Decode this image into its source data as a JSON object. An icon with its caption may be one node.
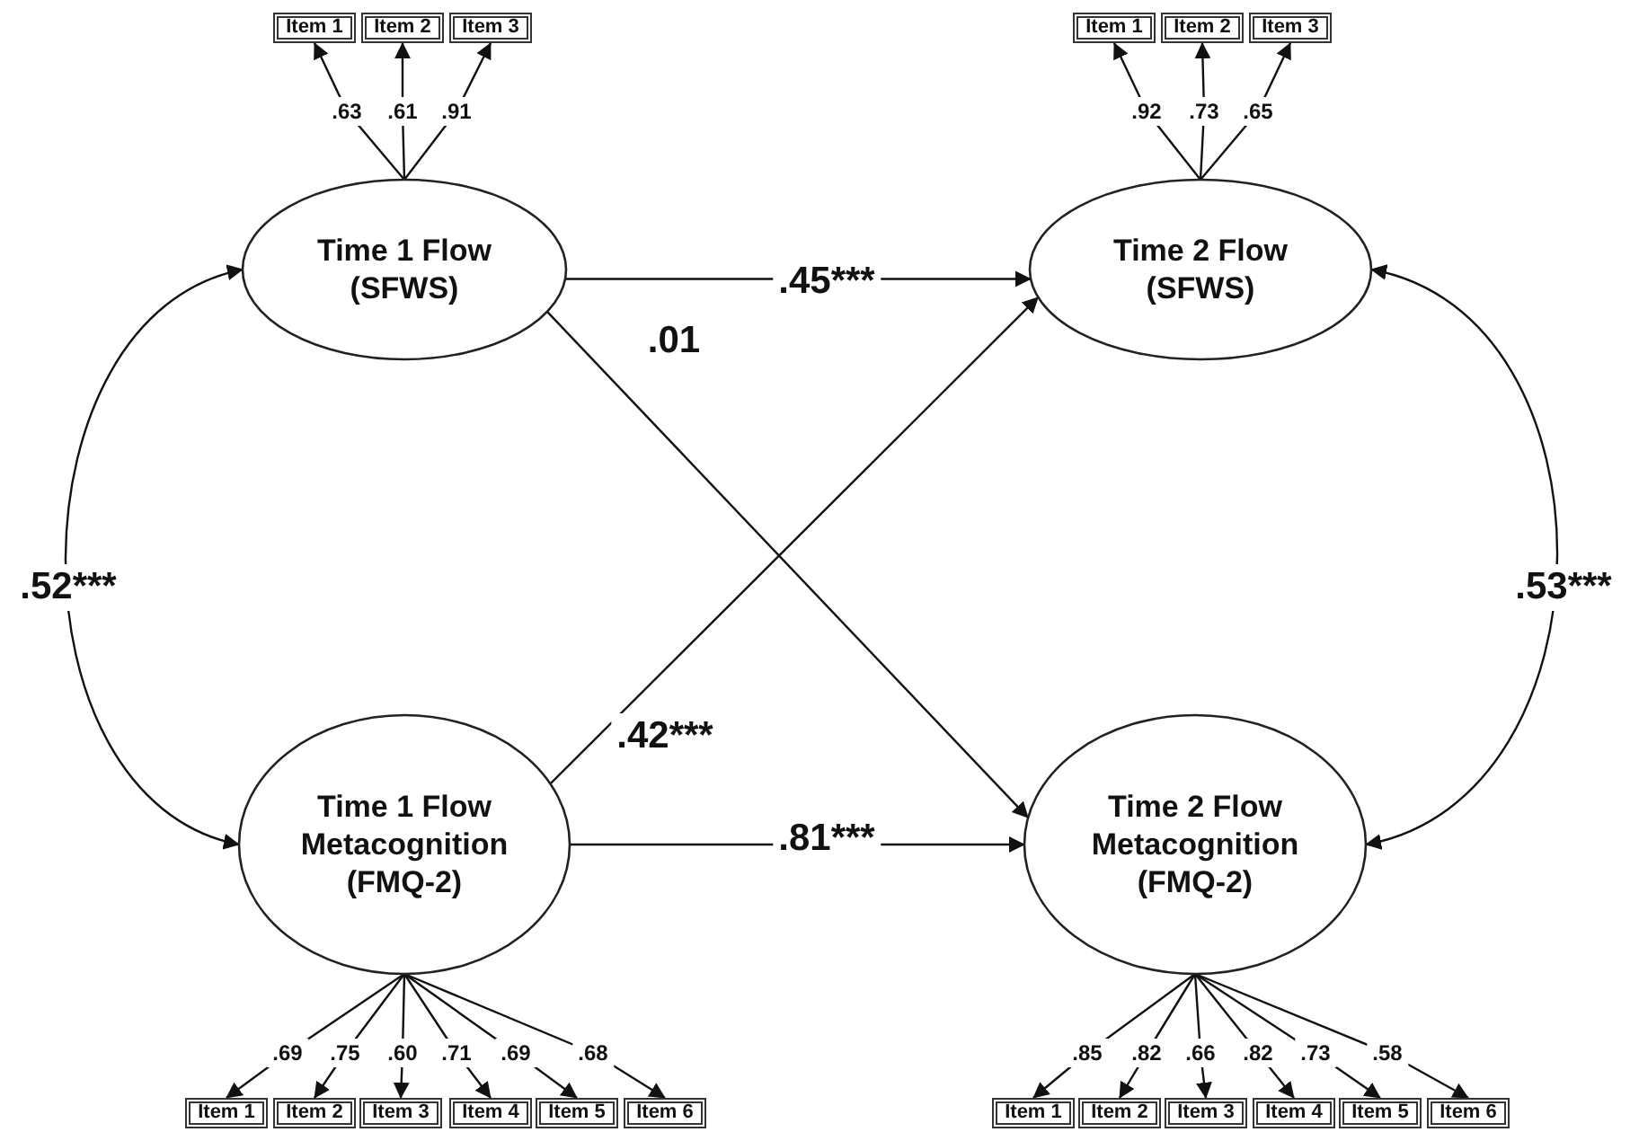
{
  "diagram": {
    "nodes": [
      {
        "text": [
          "Item 1"
        ]
      },
      {
        "text": [
          "Item 2"
        ]
      },
      {
        "text": [
          "Item 3"
        ]
      },
      {
        "text": [
          "Item 1"
        ]
      },
      {
        "text": [
          "Item 2"
        ]
      },
      {
        "text": [
          "Item 3"
        ]
      },
      {
        "text": [
          "Time 1 Flow (SFWS)"
        ]
      },
      {
        "text": [
          "Time 2 Flow (SFWS)"
        ]
      },
      {
        "text": [
          "Time 1 Flow Metacognition (FMQ-2)"
        ]
      },
      {
        "text": [
          "Time 2 Flow Metacognition (FMQ-2)"
        ]
      },
      {
        "text": [
          "Item 1"
        ]
      },
      {
        "text": [
          "Item 2"
        ]
      },
      {
        "text": [
          "Item 3"
        ]
      },
      {
        "text": [
          "Item 4"
        ]
      },
      {
        "text": [
          "Item 5"
        ]
      },
      {
        "text": [
          "Item 6"
        ]
      },
      {
        "text": [
          "Item 1"
        ]
      },
      {
        "text": [
          "Item 2"
        ]
      },
      {
        "text": [
          "Item 3"
        ]
      },
      {
        "text": [
          "Item 4"
        ]
      },
      {
        "text": [
          "Item 5"
        ]
      },
      {
        "text": [
          "Item 6"
        ]
      }
    ],
    "edges": [
      {
        "from": 6,
        "to": 0,
        "arrow": "to",
        "label": ".63"
      },
      {
        "from": 6,
        "to": 1,
        "arrow": "to",
        "label": ".61"
      },
      {
        "from": 6,
        "to": 2,
        "arrow": "to",
        "label": ".91"
      },
      {
        "from": 7,
        "to": 3,
        "arrow": "to",
        "label": ".92"
      },
      {
        "from": 7,
        "to": 4,
        "arrow": "to",
        "label": ".73"
      },
      {
        "from": 7,
        "to": 5,
        "arrow": "to",
        "label": ".65"
      },
      {
        "from": 8,
        "to": 10,
        "arrow": "to",
        "label": ".69"
      },
      {
        "from": 8,
        "to": 11,
        "arrow": "to",
        "label": ".75"
      },
      {
        "from": 8,
        "to": 12,
        "arrow": "to",
        "label": ".60"
      },
      {
        "from": 8,
        "to": 13,
        "arrow": "to",
        "label": ".71"
      },
      {
        "from": 8,
        "to": 14,
        "arrow": "to",
        "label": ".69"
      },
      {
        "from": 8,
        "to": 15,
        "arrow": "to",
        "label": ".68"
      },
      {
        "from": 9,
        "to": 16,
        "arrow": "to",
        "label": ".85"
      },
      {
        "from": 9,
        "to": 17,
        "arrow": "to",
        "label": ".82"
      },
      {
        "from": 9,
        "to": 18,
        "arrow": "to",
        "label": ".66"
      },
      {
        "from": 9,
        "to": 19,
        "arrow": "to",
        "label": ".82"
      },
      {
        "from": 9,
        "to": 20,
        "arrow": "to",
        "label": ".73"
      },
      {
        "from": 9,
        "to": 21,
        "arrow": "to",
        "label": ".58"
      },
      {
        "from": 6,
        "to": 7,
        "arrow": "to",
        "label": ".45***"
      },
      {
        "from": 6,
        "to": 9,
        "arrow": "to",
        "label": ".01"
      },
      {
        "from": 8,
        "to": 7,
        "arrow": "to",
        "label": ".42***"
      },
      {
        "from": 8,
        "to": 9,
        "arrow": "to",
        "label": ".81***"
      },
      {
        "from": 6,
        "to": 8,
        "arrow": "both",
        "label": ".52***"
      },
      {
        "from": 7,
        "to": 9,
        "arrow": "both",
        "label": ".53***"
      }
    ]
  }
}
